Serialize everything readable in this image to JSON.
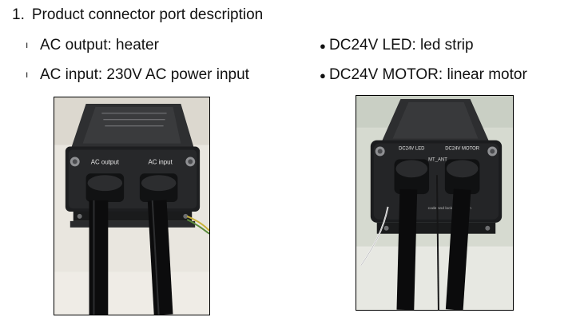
{
  "section": {
    "number": "1.",
    "title": "Product connector port description"
  },
  "bullets_left": [
    {
      "mark": "ı",
      "text": "AC output: heater"
    },
    {
      "mark": "ı",
      "text": "AC input: 230V AC power input"
    }
  ],
  "bullets_right": [
    {
      "mark": "●",
      "text": "DC24V LED: led strip"
    },
    {
      "mark": "●",
      "text": "DC24V MOTOR: linear motor"
    }
  ],
  "photo_left": {
    "port_labels": [
      "AC output",
      "AC input"
    ]
  },
  "photo_right": {
    "port_labels": [
      "DC24V LED",
      "DC24V MOTOR"
    ],
    "center_label": "MT_ANT",
    "footer_text": "code and lock instruction"
  }
}
